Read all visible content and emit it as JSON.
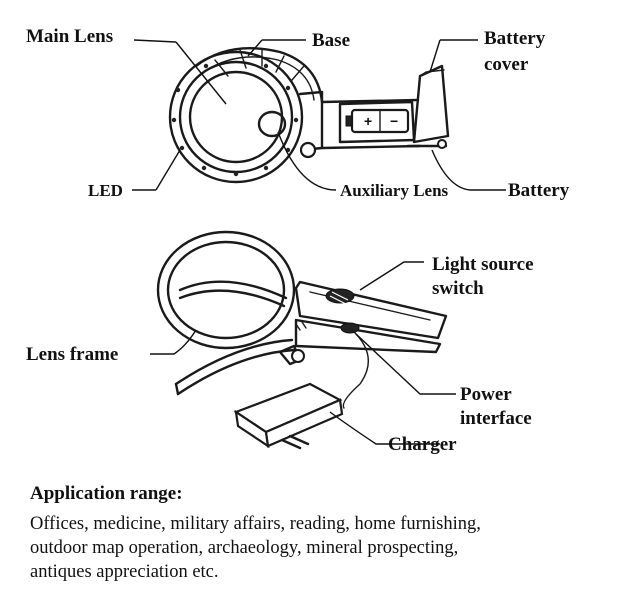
{
  "labels": {
    "main_lens": "Main Lens",
    "base": "Base",
    "battery_cover_line1": "Battery",
    "battery_cover_line2": "cover",
    "led": "LED",
    "auxiliary_lens": "Auxiliary Lens",
    "battery": "Battery",
    "light_source_line1": "Light source",
    "light_source_line2": "switch",
    "lens_frame": "Lens frame",
    "power_interface_line1": "Power",
    "power_interface_line2": "interface",
    "charger": "Charger"
  },
  "battery_marks": {
    "plus": "+",
    "minus": "−"
  },
  "application": {
    "title": "Application range:",
    "lines": [
      "Offices, medicine, military affairs, reading, home furnishing,",
      "outdoor map operation, archaeology, mineral prospecting,",
      "antiques  appreciation etc."
    ]
  }
}
